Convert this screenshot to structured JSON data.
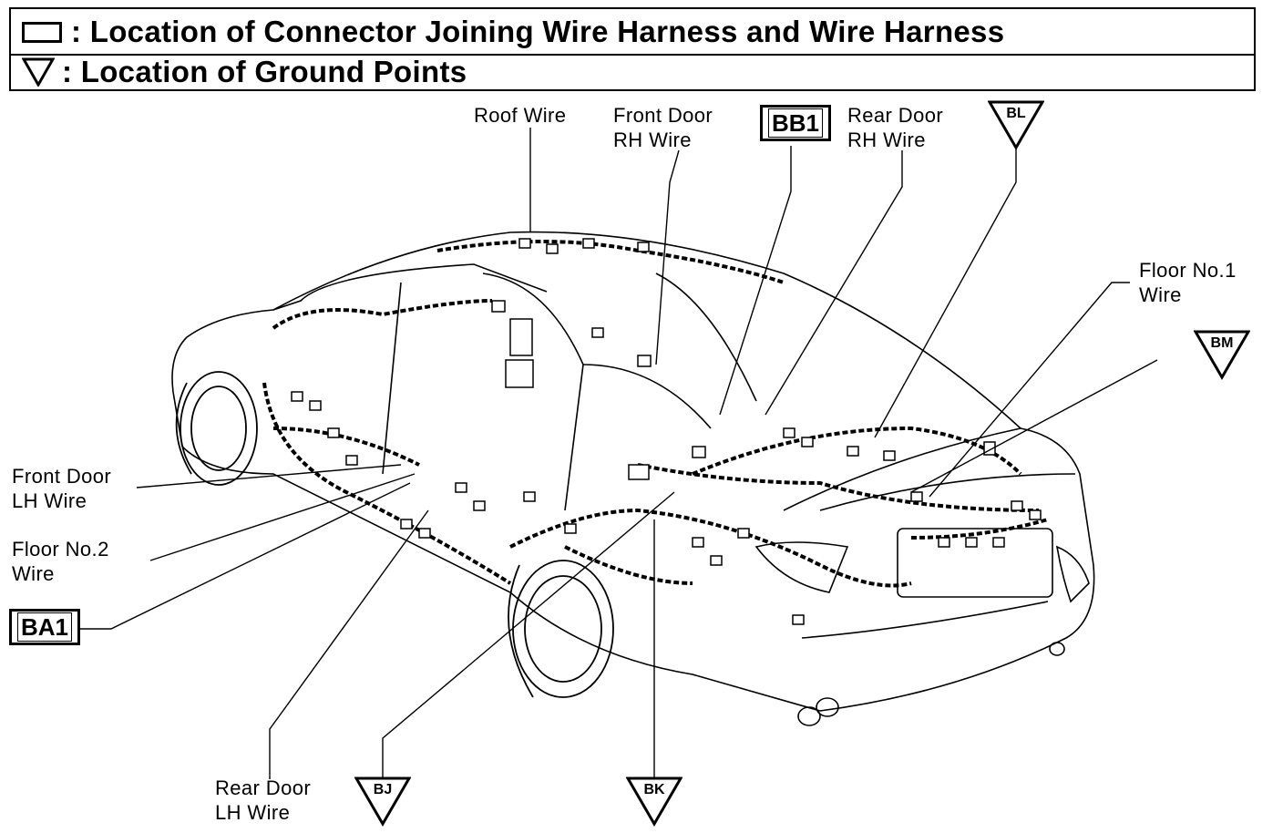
{
  "legend": {
    "connector_text": ": Location of Connector Joining Wire Harness and Wire Harness",
    "ground_text": ": Location of Ground Points"
  },
  "labels": {
    "roof_wire": [
      "Roof Wire"
    ],
    "front_door_rh": [
      "Front Door",
      "RH Wire"
    ],
    "rear_door_rh": [
      "Rear Door",
      "RH Wire"
    ],
    "floor_no1": [
      "Floor No.1",
      "Wire"
    ],
    "front_door_lh": [
      "Front Door",
      "LH Wire"
    ],
    "floor_no2": [
      "Floor No.2",
      "Wire"
    ],
    "rear_door_lh": [
      "Rear Door",
      "LH Wire"
    ]
  },
  "connectors": {
    "bb1": "BB1",
    "ba1": "BA1"
  },
  "grounds": {
    "bl": "BL",
    "bm": "BM",
    "bj": "BJ",
    "bk": "BK"
  }
}
